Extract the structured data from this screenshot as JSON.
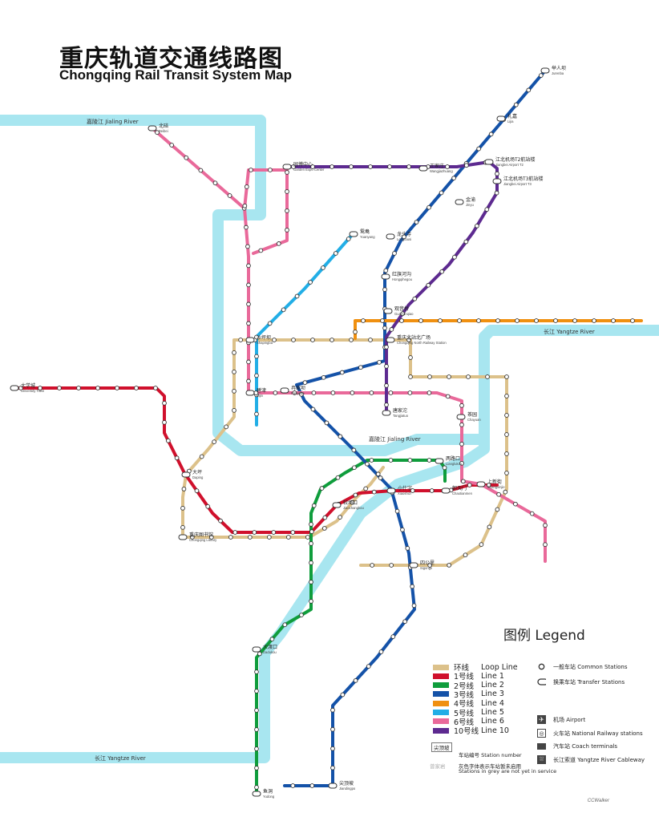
{
  "header": {
    "title_cn": "重庆轨道交通线路图",
    "title_en": "Chongqing Rail Transit System Map"
  },
  "rivers": {
    "jialing_upper": "嘉陵江 Jialing River",
    "jialing_lower": "嘉陵江 Jialing River",
    "yangtze_east": "长江 Yangtze River",
    "yangtze_west": "长江 Yangtze River",
    "color": "#a8e6f0"
  },
  "lines": [
    {
      "id": "loop",
      "name_cn": "环线",
      "name_en": "Loop Line",
      "color": "#dcc18a"
    },
    {
      "id": "l1",
      "name_cn": "1号线",
      "name_en": "Line 1",
      "color": "#d0102c"
    },
    {
      "id": "l2",
      "name_cn": "2号线",
      "name_en": "Line 2",
      "color": "#0f9d3c"
    },
    {
      "id": "l3",
      "name_cn": "3号线",
      "name_en": "Line 3",
      "color": "#1452a8"
    },
    {
      "id": "l4",
      "name_cn": "4号线",
      "name_en": "Line 4",
      "color": "#f09010"
    },
    {
      "id": "l5",
      "name_cn": "5号线",
      "name_en": "Line 5",
      "color": "#22aee6"
    },
    {
      "id": "l6",
      "name_cn": "6号线",
      "name_en": "Line 6",
      "color": "#e9699a"
    },
    {
      "id": "l10",
      "name_cn": "10号线",
      "name_en": "Line 10",
      "color": "#5d2a90"
    }
  ],
  "stations": [
    {
      "cn": "举人坝",
      "en": "Jurenba"
    },
    {
      "cn": "礼嘉",
      "en": "Lijia"
    },
    {
      "cn": "金渝",
      "en": "Jinyu"
    },
    {
      "cn": "龙头寺",
      "en": "Longtousi"
    },
    {
      "cn": "红旗河沟",
      "en": "Hongqihegou"
    },
    {
      "cn": "观音桥",
      "en": "Guanyinqiao"
    },
    {
      "cn": "两路口",
      "en": "Lianglukou"
    },
    {
      "cn": "小什字",
      "en": "Xiaoshizi"
    },
    {
      "cn": "朝天门",
      "en": "Chaotianmen"
    },
    {
      "cn": "较场口",
      "en": "Jiaochangkou"
    },
    {
      "cn": "沙坪坝",
      "en": "Shapingba"
    },
    {
      "cn": "大坪",
      "en": "Daping"
    },
    {
      "cn": "冉家坝",
      "en": "Ranjiaba"
    },
    {
      "cn": "重庆北站北广场",
      "en": "Chongqing North Railway Station"
    },
    {
      "cn": "江北机场T2航站楼",
      "en": "Jiangbei Airport T2"
    },
    {
      "cn": "江北机场T3航站楼",
      "en": "Jiangbei Airport T3"
    },
    {
      "cn": "鱼洞",
      "en": "Yudong"
    },
    {
      "cn": "尖顶坡",
      "en": "Jiandingpo"
    },
    {
      "cn": "北碚",
      "en": "Beibei"
    },
    {
      "cn": "茶园",
      "en": "Chayuan"
    },
    {
      "cn": "唐家沱",
      "en": "Tangjiatuo"
    },
    {
      "cn": "鸳鸯",
      "en": "Yuanyang"
    },
    {
      "cn": "园博中心",
      "en": "Garden Expo Center"
    },
    {
      "cn": "王家庄",
      "en": "Wangjiazhuang"
    },
    {
      "cn": "碧津",
      "en": "Bijin"
    },
    {
      "cn": "上新街",
      "en": "Shangxinjie"
    },
    {
      "cn": "四公里",
      "en": "Sigongli"
    },
    {
      "cn": "大渡口",
      "en": "Dadukou"
    },
    {
      "cn": "大学城",
      "en": "University Town"
    },
    {
      "cn": "重庆图书馆",
      "en": "Chongqing Library"
    }
  ],
  "legend": {
    "title": "图例 Legend",
    "common_station": "一般车站 Common Stations",
    "transfer_station": "换乘车站 Transfer Stations",
    "airport": "机场 Airport",
    "railway": "火车站 National Railway stations",
    "coach": "汽车站 Coach terminals",
    "cableway": "长江索道 Yangtze River Cableway",
    "station_number_sample": "尖顶坡",
    "station_number_label": "车站编号 Station number",
    "grey_sample": "曾家岩",
    "grey_note_cn": "灰色字体表示车站暂未启用",
    "grey_note_en": "Stations in grey are not yet in service"
  },
  "credit": "CCWalker"
}
